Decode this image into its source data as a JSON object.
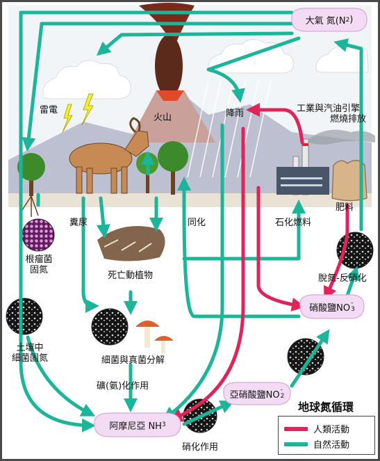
{
  "title": "地球氮循環",
  "nodes": {
    "atmosphere_nitrogen": "大氣 氮(N",
    "atmosphere_nitrogen_sub": "2",
    "atmosphere_nitrogen_close": ")",
    "lightning": "雷電",
    "volcano": "火山",
    "rain": "降雨",
    "industry_1": "工業與汽油引擎",
    "industry_2": "燃燒排放",
    "fertilizer": "肥料",
    "fossil_fuel": "石化燃料",
    "manure": "糞尿",
    "assimilation": "同化",
    "nodule_1": "根瘤菌",
    "nodule_2": "固氮",
    "dead_organisms": "死亡動植物",
    "denitrification": "脫氮-反硝化",
    "nitrate_main": "硝酸鹽NO",
    "nitrate_sub": "3",
    "nitrate_sup": "-",
    "soil_fix_1": "土壤中",
    "soil_fix_2": "細菌固氮",
    "decompose": "細菌與真菌分解",
    "mineralization": "礦(氨)化作用",
    "nitrite_main": "亞硝酸鹽NO",
    "nitrite_sub": "2",
    "nitrite_sup": "-",
    "ammonia_main": "阿摩尼亞 NH",
    "ammonia_sub": "3",
    "nitrification": "硝化作用"
  },
  "legend": {
    "human": "人類活動",
    "natural": "自然活動"
  },
  "colors": {
    "human": "#e0245a",
    "natural": "#1bb59a",
    "bubble": "#f3dcf3",
    "bubble_stroke": "#d9a6d9",
    "sky": "#f2f5f7",
    "soil": "#e9e2d5",
    "mountain": "#bcc0d0"
  },
  "icons": [
    "cloud-icon",
    "volcano-icon",
    "lightning-icon",
    "goat-icon",
    "tree-icon",
    "factory-icon",
    "fertilizer-sack-icon",
    "mushroom-icon",
    "bacteria-icon"
  ]
}
